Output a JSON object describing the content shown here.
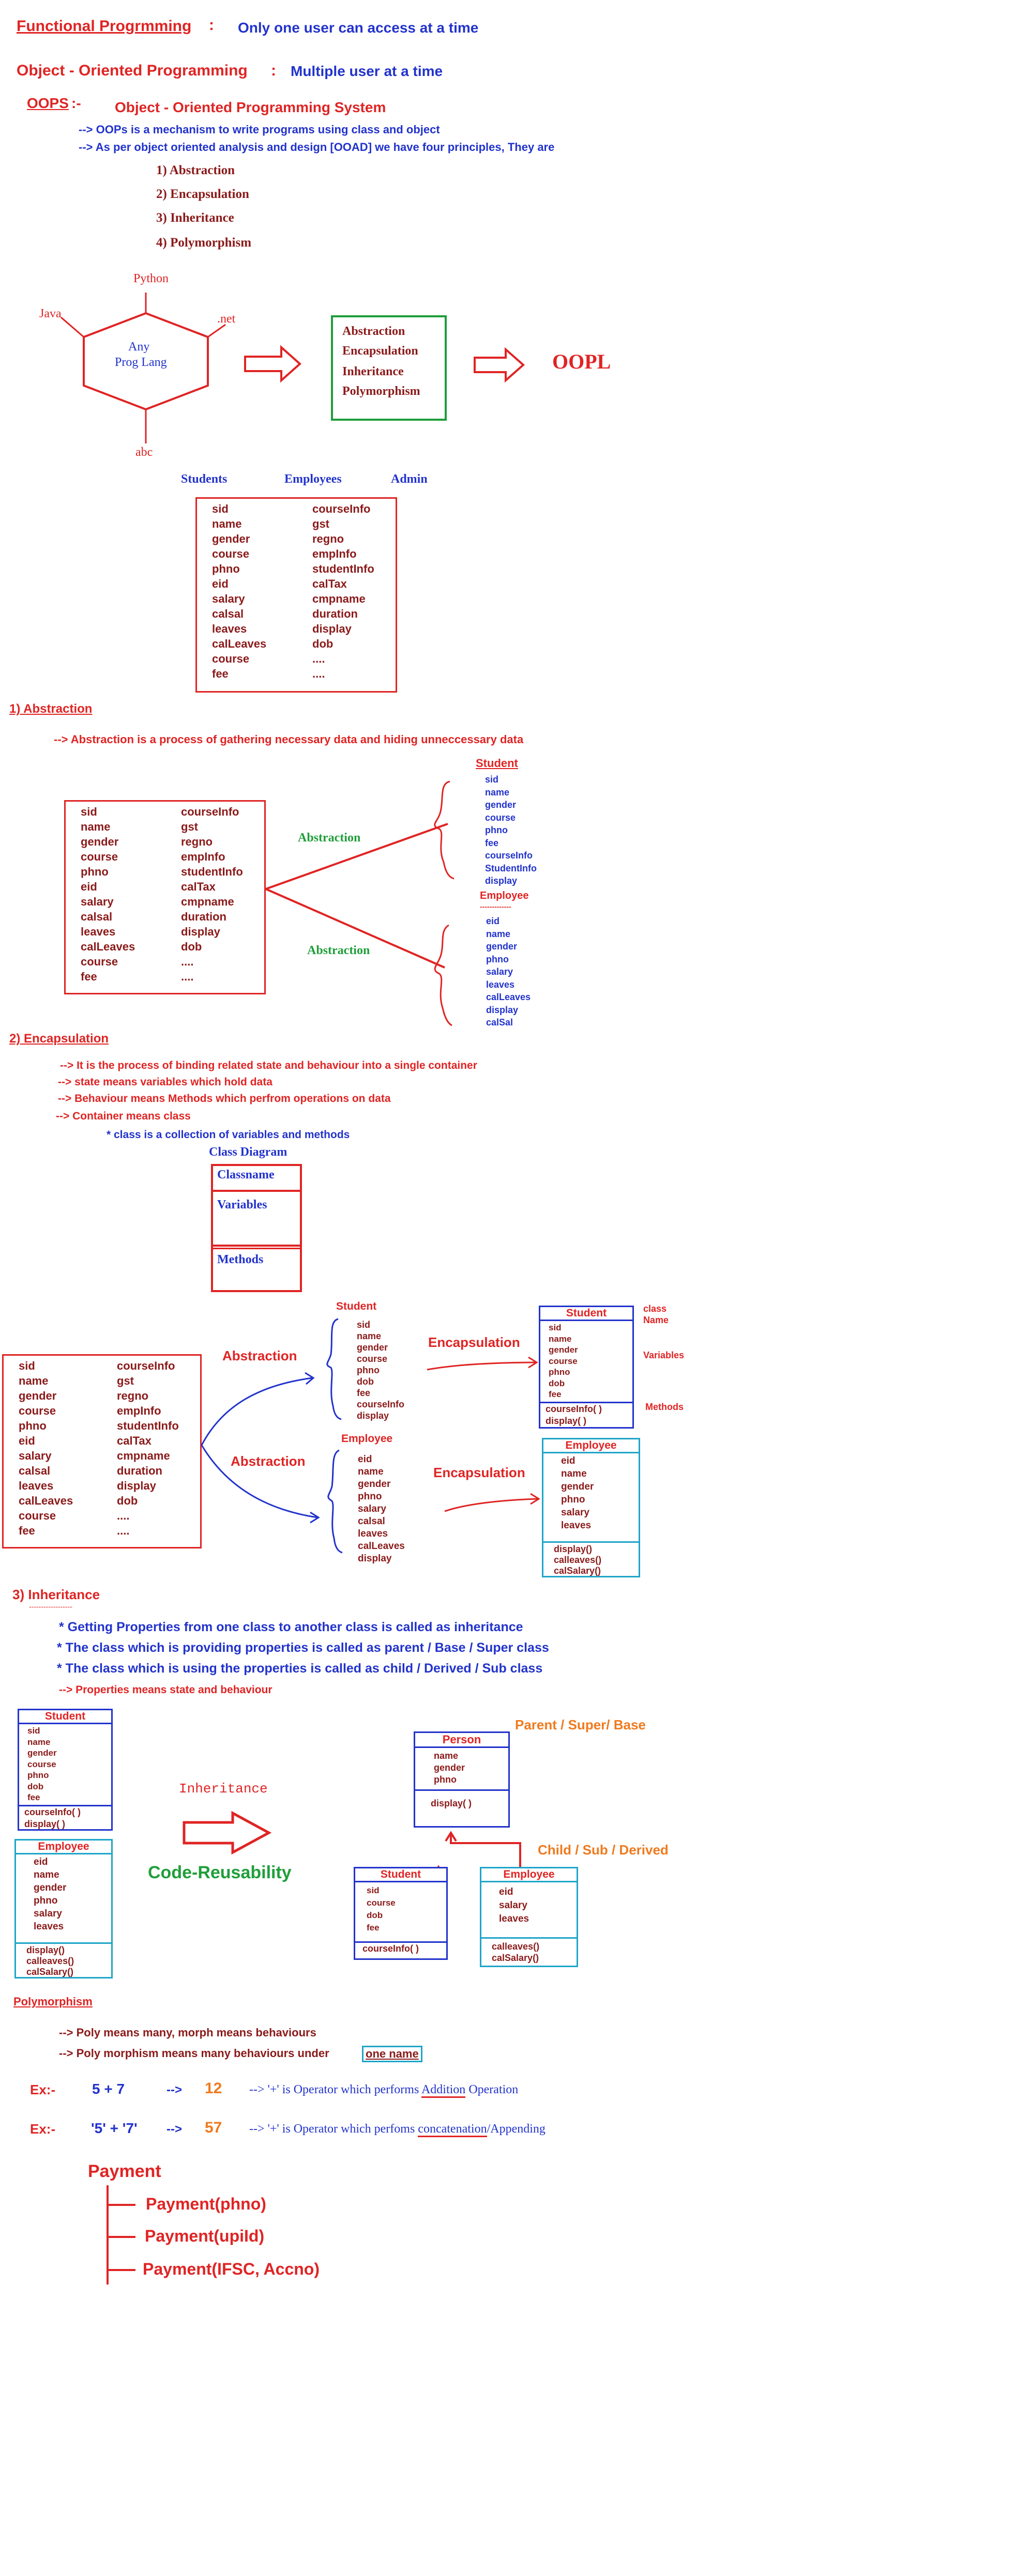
{
  "paradigms": {
    "functional_label": "Functional Progrmming",
    "functional_sep": ":",
    "functional_desc": "Only one user can access at a time",
    "oop_label": "Object - Oriented Programming",
    "oop_sep": ":",
    "oop_desc": "Multiple user at a time"
  },
  "oops": {
    "label": "OOPS",
    "sep": ":-",
    "fullform": "Object - Oriented Programming System",
    "points": [
      "--> OOPs is a mechanism  to write programs using class  and object",
      "--> As per object oriented analysis and design [OOAD]  we have four principles, They are"
    ],
    "principles": [
      "1)  Abstraction",
      "2)  Encapsulation",
      "3)  Inheritance",
      "4)  Polymorphism"
    ]
  },
  "hex_diagram": {
    "center": [
      "Any",
      "Prog Lang"
    ],
    "languages": [
      "Python",
      "Java",
      ".net",
      "abc"
    ],
    "principles_box": [
      "Abstraction",
      "Encapsulation",
      "Inheritance",
      "Polymorphism"
    ],
    "result": "OOPL"
  },
  "entities": {
    "headers": [
      "Students",
      "Employees",
      "Admin"
    ],
    "col1": [
      "sid",
      "name",
      "gender",
      "course",
      "phno",
      "eid",
      "salary",
      "calsal",
      "leaves",
      "calLeaves",
      "course",
      "fee"
    ],
    "col2": [
      "courseInfo",
      "gst",
      "regno",
      "empInfo",
      "studentInfo",
      "calTax",
      "cmpname",
      "duration",
      "display",
      "dob",
      "....",
      "...."
    ]
  },
  "abstraction": {
    "title": "1)  Abstraction",
    "definition": "-->  Abstraction is a process of gathering necessary data and hiding unneccessary  data",
    "arrow_label": "Abstraction",
    "student_title": "Student",
    "student_fields": [
      "sid",
      "name",
      "gender",
      "course",
      "phno",
      "fee",
      "courseInfo",
      "StudentInfo",
      "display"
    ],
    "employee_title": "Employee",
    "employee_dashes": "-------------",
    "employee_fields": [
      "eid",
      "name",
      "gender",
      "phno",
      "salary",
      "leaves",
      "calLeaves",
      "display",
      "calSal"
    ]
  },
  "encapsulation": {
    "title": "2)  Encapsulation",
    "points": [
      "--> It is the process of binding related state and behaviour into a single container",
      "--> state  means  variables which hold data",
      "--> Behaviour  means Methods which perfrom operations on  data",
      "--> Container means  class"
    ],
    "note": "* class  is  a  collection  of   variables  and  methods",
    "class_diagram_title": "Class Diagram",
    "class_diagram_rows": [
      "Classname",
      "Variables",
      "Methods"
    ],
    "abstraction_label": "Abstraction",
    "encapsulation_label": "Encapsulation",
    "student_title": "Student",
    "student_fields": [
      "sid",
      "name",
      "gender",
      "course",
      "phno",
      "dob",
      "fee",
      "courseInfo",
      "display"
    ],
    "employee_title": "Employee",
    "employee_fields": [
      "eid",
      "name",
      "gender",
      "phno",
      "salary",
      "calsal",
      "leaves",
      "calLeaves",
      "display"
    ],
    "student_class": {
      "name": "Student",
      "vars": [
        "sid",
        "name",
        "gender",
        "course",
        "phno",
        "dob",
        "fee"
      ],
      "methods": [
        "courseInfo( )",
        "display( )"
      ]
    },
    "employee_class": {
      "name": "Employee",
      "vars": [
        "eid",
        "name",
        "gender",
        "phno",
        "salary",
        "leaves"
      ],
      "methods": [
        "display()",
        "calleaves()",
        "calSalary()"
      ]
    },
    "side_labels": [
      "class",
      "Name",
      "Variables",
      "Methods"
    ]
  },
  "inheritance": {
    "title": "3) Inheritance",
    "underline": "------------------",
    "points": [
      "* Getting Properties from one class to another class is called as inheritance",
      "* The class which is providing properties is called as parent / Base / Super  class",
      "* The class which is using the properties is called as  child / Derived / Sub class"
    ],
    "note": "--> Properties means  state  and  behaviour",
    "left_student": {
      "name": "Student",
      "vars": [
        "sid",
        "name",
        "gender",
        "course",
        "phno",
        "dob",
        "fee"
      ],
      "methods": [
        "courseInfo( )",
        "display( )"
      ]
    },
    "left_employee": {
      "name": "Employee",
      "vars": [
        "eid",
        "name",
        "gender",
        "phno",
        "salary",
        "leaves"
      ],
      "methods": [
        "display()",
        "calleaves()",
        "calSalary()"
      ]
    },
    "arrow_label": "Inheritance",
    "benefit": "Code-Reusability",
    "parent_label": "Parent / Super/ Base",
    "child_label": "Child / Sub / Derived",
    "person": {
      "name": "Person",
      "vars": [
        "name",
        "gender",
        "phno"
      ],
      "methods": [
        "display( )"
      ]
    },
    "child_student": {
      "name": "Student",
      "vars": [
        "sid",
        "course",
        "dob",
        "fee"
      ],
      "methods": [
        "courseInfo( )"
      ]
    },
    "child_employee": {
      "name": "Employee",
      "vars": [
        "eid",
        "salary",
        "leaves"
      ],
      "methods": [
        "calleaves()",
        "calSalary()"
      ]
    }
  },
  "polymorphism": {
    "title": "Polymorphism",
    "points": [
      "--> Poly means  many, morph means behaviours",
      "--> Poly morphism means  many behaviours under"
    ],
    "highlight": "one name",
    "examples": [
      {
        "label": "Ex:-",
        "expr": "5  +  7",
        "arrow": "-->",
        "result": "12",
        "desc_pre": "--> '+'  is Operator  which performs ",
        "desc_key": "Addition",
        "desc_post": " Operation"
      },
      {
        "label": "Ex:-",
        "expr": "'5'  +  '7'",
        "arrow": "-->",
        "result": "57",
        "desc_pre": "--> '+' is Operator which perfoms ",
        "desc_key": "concatenation",
        "desc_post": "/Appending"
      }
    ],
    "payment_title": "Payment",
    "payments": [
      "Payment(phno)",
      "Payment(upiId)",
      "Payment(IFSC, Accno)"
    ]
  }
}
